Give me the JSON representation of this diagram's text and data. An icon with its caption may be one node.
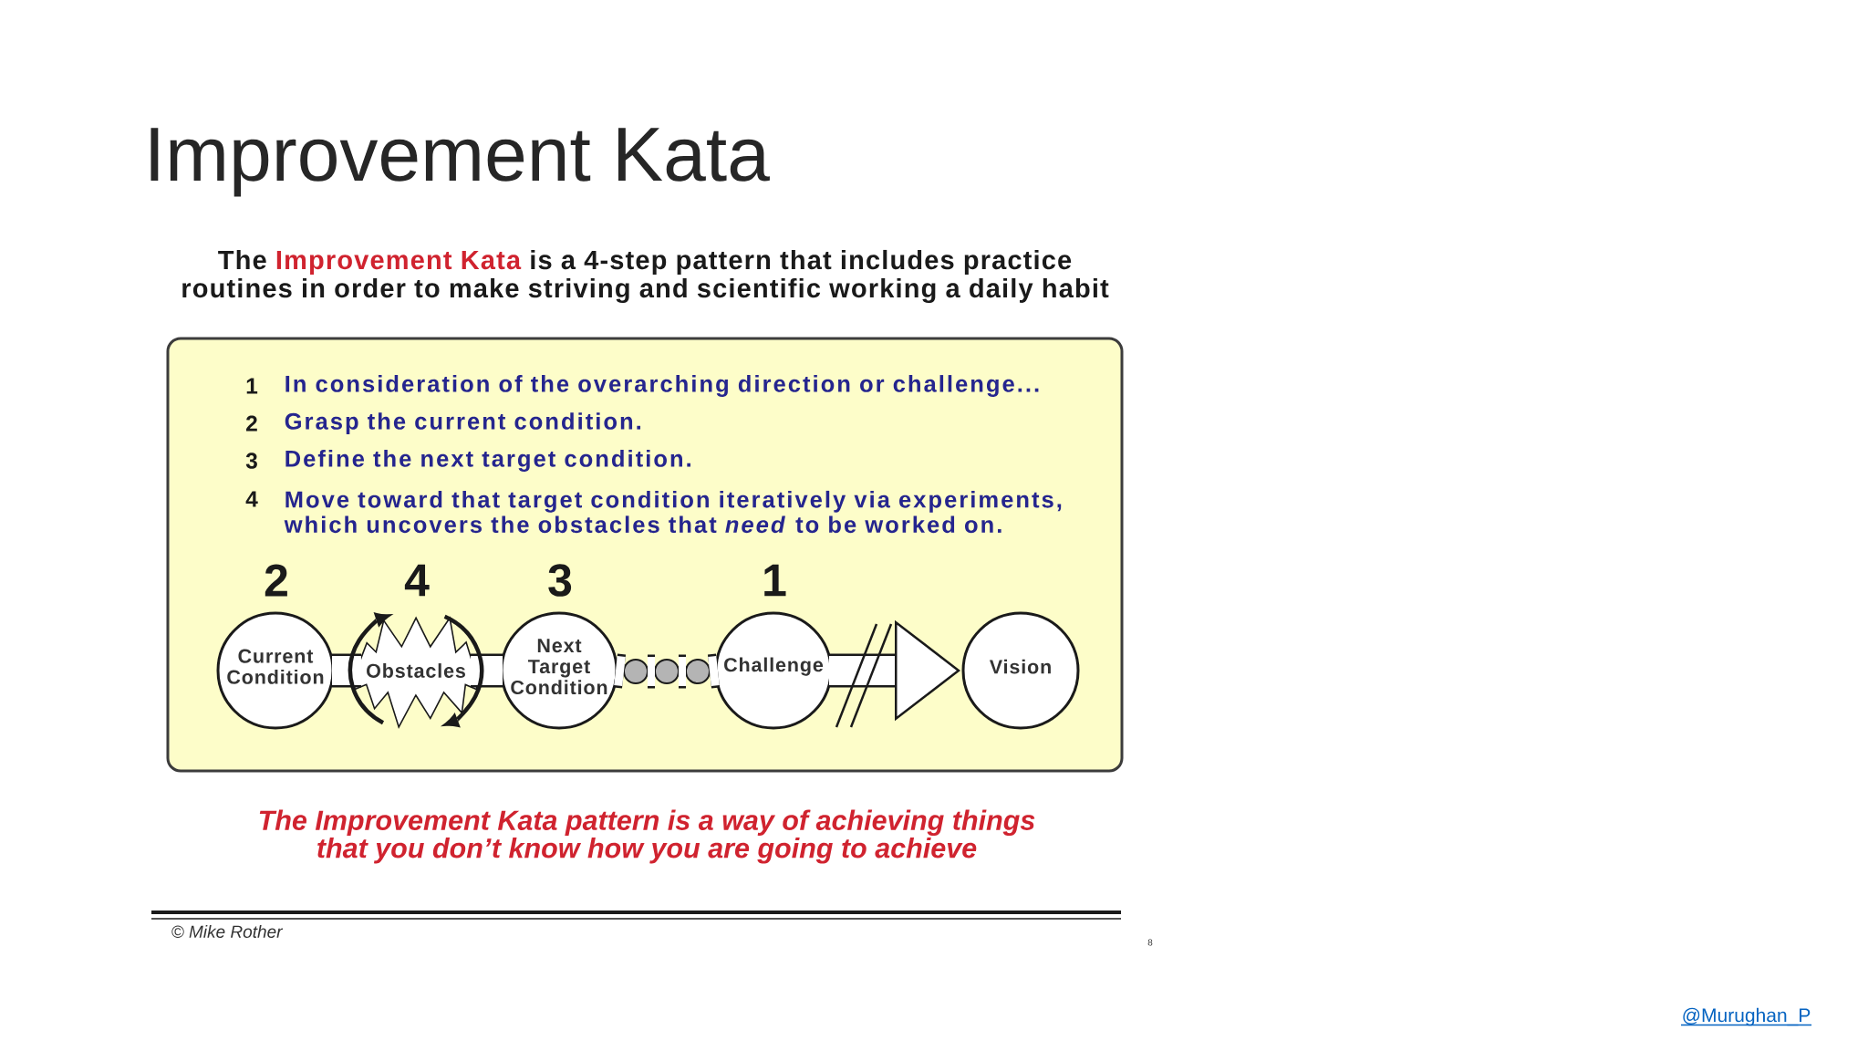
{
  "diagram": {
    "title": "Improvement Kata",
    "nodes": [
      {
        "text": [
          "1",
          "In consideration of the overarching direction or challenge...",
          "2",
          "Grasp the current condition.",
          "3",
          "Define the next target condition.",
          "4",
          "Move toward that target condition iteratively via experiments, which uncovers the obstacles that *need* to be worked on."
        ]
      },
      {
        "text": [
          "Current Condition"
        ],
        "in": 0,
        "beside": [
          "2"
        ]
      },
      {
        "text": [
          "Obstacles"
        ],
        "in": 0,
        "beside": [
          "4"
        ]
      },
      {
        "text": [
          "Next Target Condition"
        ],
        "in": 0,
        "beside": [
          "3"
        ]
      },
      {
        "text": [],
        "shape": "circle",
        "in": 0
      },
      {
        "text": [],
        "shape": "circle",
        "in": 0
      },
      {
        "text": [],
        "shape": "circle",
        "in": 0
      },
      {
        "text": [
          "Challenge"
        ],
        "in": 0,
        "beside": [
          "1"
        ]
      },
      {
        "text": [
          "Vision"
        ],
        "in": 0
      }
    ],
    "edges": [
      {
        "from": 1,
        "to": 2,
        "arrow": "none"
      },
      {
        "from": 2,
        "to": 3,
        "arrow": "none"
      },
      {
        "from": 3,
        "to": 4,
        "arrow": "none"
      },
      {
        "from": 4,
        "to": 5,
        "arrow": "none"
      },
      {
        "from": 5,
        "to": 6,
        "arrow": "none"
      },
      {
        "from": 6,
        "to": 7,
        "arrow": "none"
      },
      {
        "from": 7,
        "to": 8,
        "arrow": "to"
      }
    ],
    "labels": [
      "The **Improvement Kata** is a 4-step pattern that includes practice routines in order to make striving and scientific working a daily habit",
      "The Improvement Kata pattern is a way of achieving things that you don’t know how you are going to achieve",
      "© Mike Rother",
      "8",
      "@Murughan_P"
    ]
  }
}
